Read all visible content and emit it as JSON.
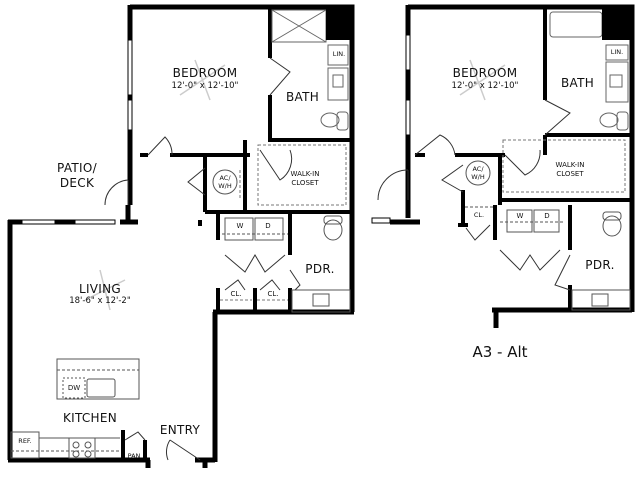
{
  "plan_main": {
    "bedroom": {
      "name": "BEDROOM",
      "dims": "12'-0\" x 12'-10\""
    },
    "bath": "BATH",
    "linen": "LIN.",
    "walk_in_closet": [
      "WALK-IN",
      "CLOSET"
    ],
    "ac_wh": [
      "AC/",
      "W/H"
    ],
    "patio": [
      "PATIO/",
      "DECK"
    ],
    "washer": "W",
    "dryer": "D",
    "powder": "PDR.",
    "closet_1": "CL.",
    "closet_2": "CL.",
    "living": {
      "name": "LIVING",
      "dims": "18'-6\" x 12'-2\""
    },
    "dishwasher": "DW",
    "kitchen": "KITCHEN",
    "refrigerator": "REF.",
    "pantry": "PAN",
    "entry": "ENTRY"
  },
  "plan_alt": {
    "bedroom": {
      "name": "BEDROOM",
      "dims": "12'-0\" x 12'-10\""
    },
    "bath": "BATH",
    "linen": "LIN.",
    "walk_in_closet": [
      "WALK-IN",
      "CLOSET"
    ],
    "ac_wh": [
      "AC/",
      "W/H"
    ],
    "closet": "CL.",
    "washer": "W",
    "dryer": "D",
    "powder": "PDR.",
    "caption": "A3 - Alt"
  }
}
